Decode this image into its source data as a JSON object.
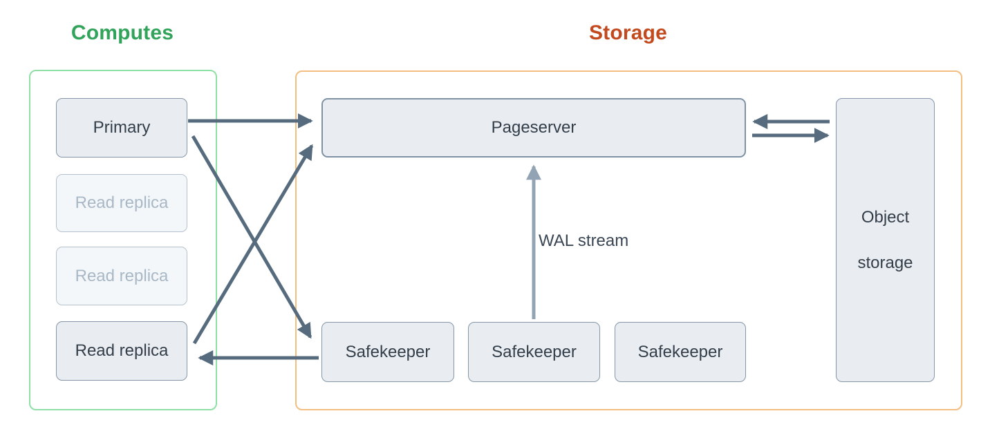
{
  "groups": {
    "computes": {
      "title": "Computes",
      "nodes": [
        {
          "id": "primary",
          "label": "Primary",
          "state": "active"
        },
        {
          "id": "read-replica-1",
          "label": "Read replica",
          "state": "inactive"
        },
        {
          "id": "read-replica-2",
          "label": "Read replica",
          "state": "inactive"
        },
        {
          "id": "read-replica-3",
          "label": "Read replica",
          "state": "active"
        }
      ]
    },
    "storage": {
      "title": "Storage",
      "pageserver": {
        "label": "Pageserver"
      },
      "safekeepers": [
        {
          "label": "Safekeeper"
        },
        {
          "label": "Safekeeper"
        },
        {
          "label": "Safekeeper"
        }
      ],
      "object_storage": {
        "label_line1": "Object",
        "label_line2": "storage"
      }
    }
  },
  "annotations": {
    "wal_stream": "WAL stream"
  },
  "edges": [
    {
      "from": "primary",
      "to": "pageserver",
      "direction": "right"
    },
    {
      "from": "primary",
      "to": "safekeeper-1",
      "direction": "down-right"
    },
    {
      "from": "read-replica-3",
      "to": "pageserver",
      "direction": "up-right"
    },
    {
      "from": "safekeeper-1",
      "to": "read-replica-3",
      "direction": "left"
    },
    {
      "from": "safekeeper-2",
      "to": "pageserver",
      "direction": "up",
      "label": "WAL stream"
    },
    {
      "from": "object-storage",
      "to": "pageserver",
      "direction": "left"
    },
    {
      "from": "pageserver",
      "to": "object-storage",
      "direction": "right"
    }
  ],
  "colors": {
    "computes_title": "#31A35A",
    "computes_border": "#90DFA6",
    "storage_title": "#C24A1E",
    "storage_border": "#F4BE81",
    "node_fill": "#E9EDF2",
    "node_border": "#8496A7",
    "node_text": "#333E49",
    "inactive_node_fill": "#F4F7FA",
    "inactive_node_border": "#B4C1CD",
    "inactive_node_text": "#A9B8C6",
    "arrow": "#566B7D",
    "wal_arrow": "#92A4B4"
  }
}
